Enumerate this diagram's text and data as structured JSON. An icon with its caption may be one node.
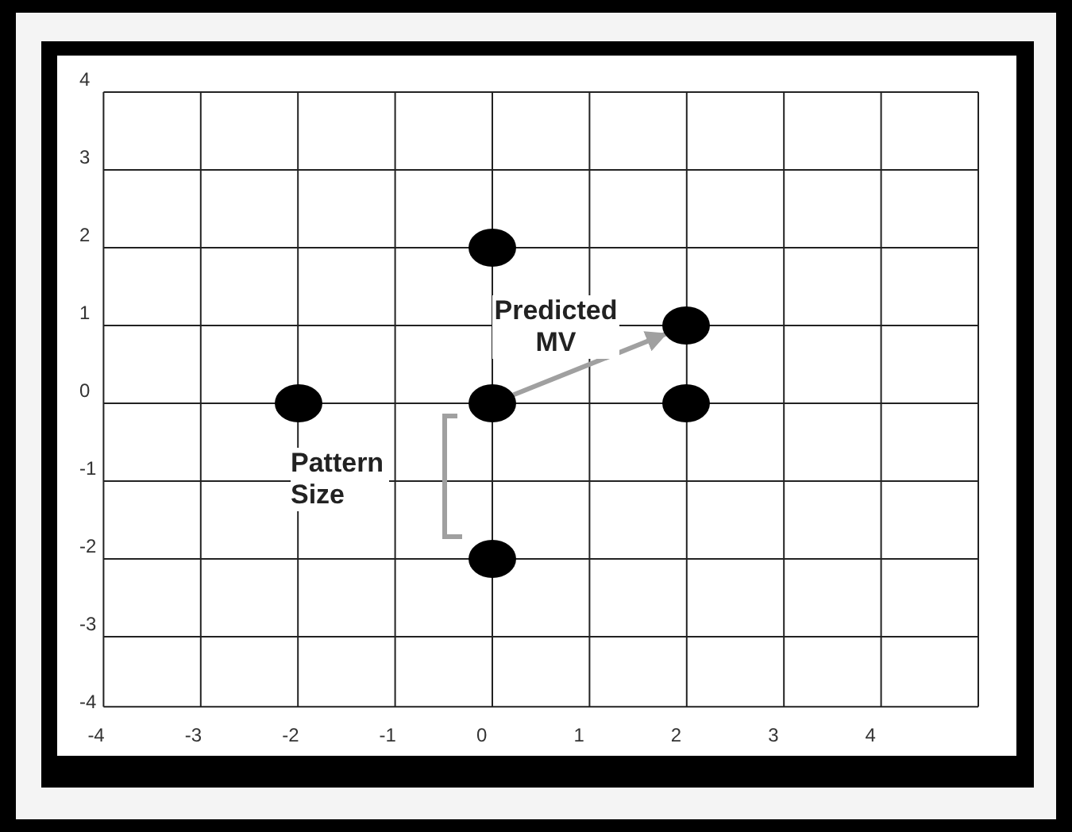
{
  "diagram": {
    "nodes": [
      {
        "text": [],
        "shape": "circle"
      },
      {
        "text": [],
        "shape": "circle"
      },
      {
        "text": [],
        "shape": "circle"
      },
      {
        "text": [],
        "shape": "circle"
      },
      {
        "text": [],
        "shape": "circle"
      },
      {
        "text": [],
        "shape": "circle"
      }
    ],
    "edges": [
      {
        "from": 3,
        "to": 1,
        "arrow": "to",
        "label": "Predicted MV",
        "color": "#a0a0a0"
      }
    ],
    "labels": [
      "4",
      "3",
      "2",
      "1",
      "0",
      "-1",
      "-2",
      "-3",
      "-4",
      "Pattern Size",
      "-4",
      "-3",
      "-2",
      "-1",
      "0",
      "1",
      "2",
      "3",
      "4"
    ]
  }
}
